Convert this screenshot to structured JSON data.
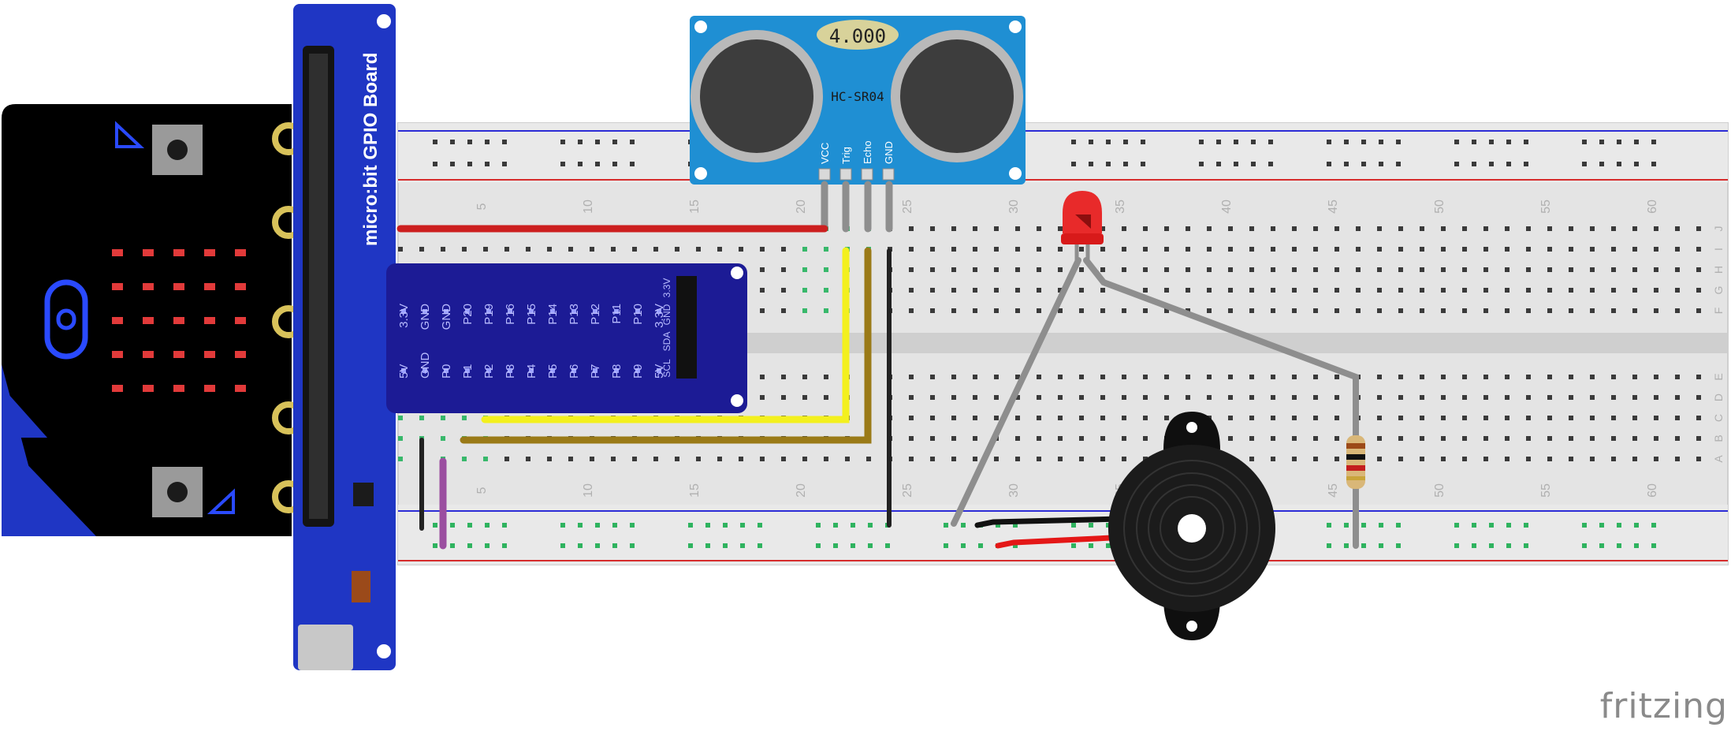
{
  "sensor": {
    "display": "4.000",
    "model": "HC-SR04",
    "pins": [
      "VCC",
      "Trig",
      "Echo",
      "GND"
    ]
  },
  "gpio_board": {
    "title": "micro:bit GPIO Board",
    "top_pins": [
      "3.3V",
      "GND",
      "GND",
      "P20",
      "P19",
      "P16",
      "P15",
      "P14",
      "P13",
      "P12",
      "P11",
      "P10",
      "3.3V"
    ],
    "bottom_pins": [
      "5V",
      "GND",
      "P0",
      "P1",
      "P2",
      "P3",
      "P4",
      "P5",
      "P6",
      "P7",
      "P8",
      "P9",
      "5V"
    ],
    "side_pins_right": [
      "3.3V",
      "GND",
      "SDA",
      "SCL"
    ]
  },
  "breadboard": {
    "column_numbers_top": [
      "5",
      "10",
      "15",
      "20",
      "25",
      "30",
      "35",
      "40",
      "45",
      "50",
      "55",
      "60"
    ],
    "column_numbers_bottom": [
      "5",
      "10",
      "15",
      "20",
      "25",
      "30",
      "35",
      "40",
      "45",
      "50",
      "55",
      "60"
    ],
    "row_letters_top": [
      "J",
      "I",
      "H",
      "G",
      "F"
    ],
    "row_letters_bottom": [
      "E",
      "D",
      "C",
      "B",
      "A"
    ]
  },
  "brand": "fritzing",
  "colors": {
    "board_blue": "#1f36c4",
    "gpio_navy": "#1c1b95",
    "sensor_blue": "#1f8fd3",
    "wire_red": "#cc1f1f",
    "wire_yellow": "#f3f01e",
    "wire_brown": "#9a7a17",
    "wire_black": "#222222",
    "wire_gray": "#8e8e8e",
    "wire_purple": "#9b4ea0",
    "led_red": "#e82a2a"
  }
}
